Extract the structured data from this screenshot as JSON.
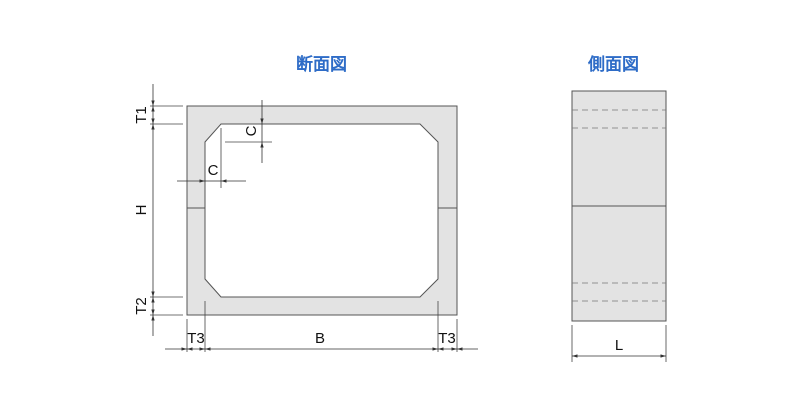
{
  "titles": {
    "section_view": "断面図",
    "side_view": "側面図"
  },
  "dimension_labels": {
    "t1": "T1",
    "h": "H",
    "t2": "T2",
    "t3_left": "T3",
    "b": "B",
    "t3_right": "T3",
    "c_horizontal": "C",
    "c_vertical": "C",
    "l": "L"
  },
  "colors": {
    "title": "#2e6cc7",
    "body_fill": "#e3e3e3",
    "outline": "#555555",
    "dimension_line": "#333333"
  }
}
